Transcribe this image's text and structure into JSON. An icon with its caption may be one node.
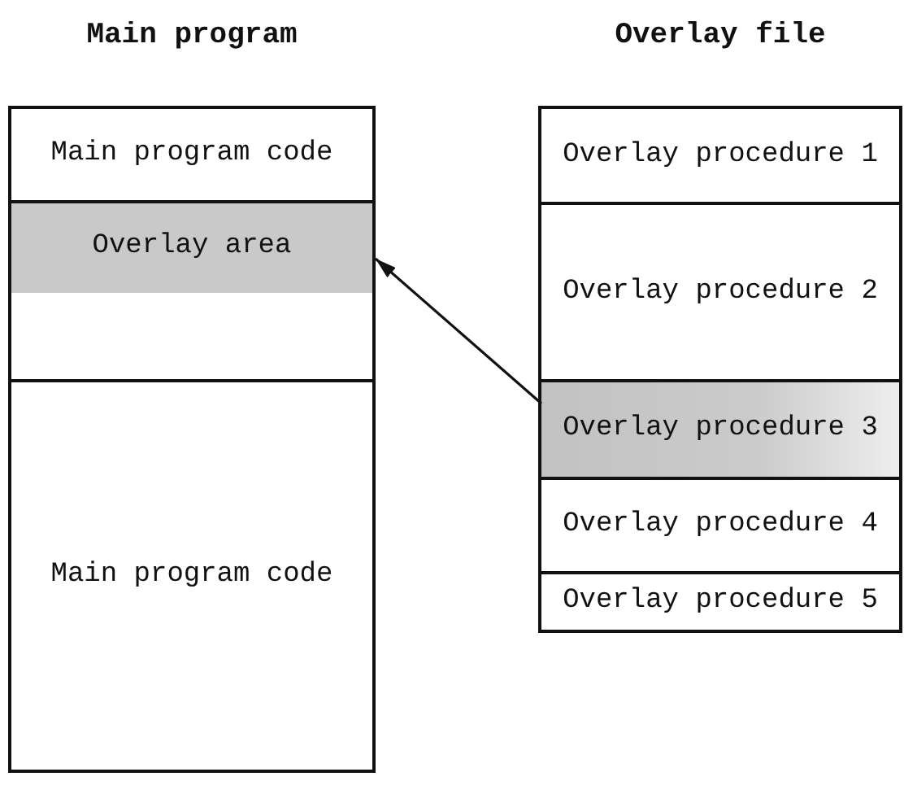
{
  "diagram": {
    "nodes": [
      {
        "text": [
          "Main program"
        ]
      },
      {
        "text": [
          "Main program code"
        ],
        "in": 0
      },
      {
        "text": [
          "Overlay area"
        ],
        "in": 0
      },
      {
        "text": [
          "Main program code"
        ],
        "in": 0
      },
      {
        "text": [
          "Overlay file"
        ]
      },
      {
        "text": [
          "Overlay procedure 1"
        ],
        "in": 4
      },
      {
        "text": [
          "Overlay procedure 2"
        ],
        "in": 4
      },
      {
        "text": [
          "Overlay procedure 3"
        ],
        "in": 4
      },
      {
        "text": [
          "Overlay procedure 4"
        ],
        "in": 4
      },
      {
        "text": [
          "Overlay procedure 5"
        ],
        "in": 4
      }
    ],
    "edges": [
      {
        "from": 7,
        "to": 2,
        "arrow": "to"
      }
    ]
  }
}
